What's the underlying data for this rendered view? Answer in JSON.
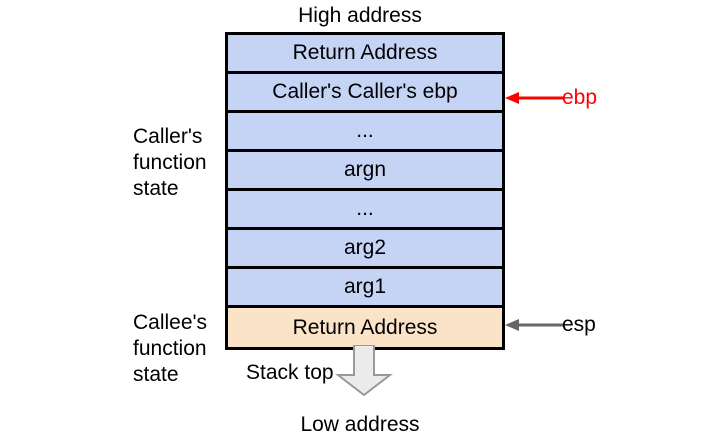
{
  "diagram": {
    "title_top": "High address",
    "title_bottom": "Low address",
    "stack_top_label": "Stack top",
    "colors": {
      "caller_fill": "#c5d4f5",
      "callee_fill": "#fbe3c8",
      "border": "#000000",
      "ebp_accent": "#ff0000",
      "esp_accent": "#666666",
      "down_arrow_fill": "#ebebeb",
      "down_arrow_stroke": "#999999"
    },
    "side_labels": [
      {
        "key": "caller",
        "text": "Caller's\nfunction\nstate"
      },
      {
        "key": "callee",
        "text": "Callee's\nfunction\nstate"
      }
    ],
    "slots": [
      {
        "text": "Return Address",
        "group": "caller"
      },
      {
        "text": "Caller's Caller's ebp",
        "group": "caller"
      },
      {
        "text": "...",
        "group": "caller"
      },
      {
        "text": "argn",
        "group": "caller"
      },
      {
        "text": "...",
        "group": "caller"
      },
      {
        "text": "arg2",
        "group": "caller"
      },
      {
        "text": "arg1",
        "group": "caller"
      },
      {
        "text": "Return Address",
        "group": "callee"
      }
    ],
    "pointers": [
      {
        "name": "ebp",
        "label": "ebp",
        "target_slot_index": 1,
        "color": "#ff0000"
      },
      {
        "name": "esp",
        "label": "esp",
        "target_slot_index": 7,
        "color": "#666666"
      }
    ]
  }
}
